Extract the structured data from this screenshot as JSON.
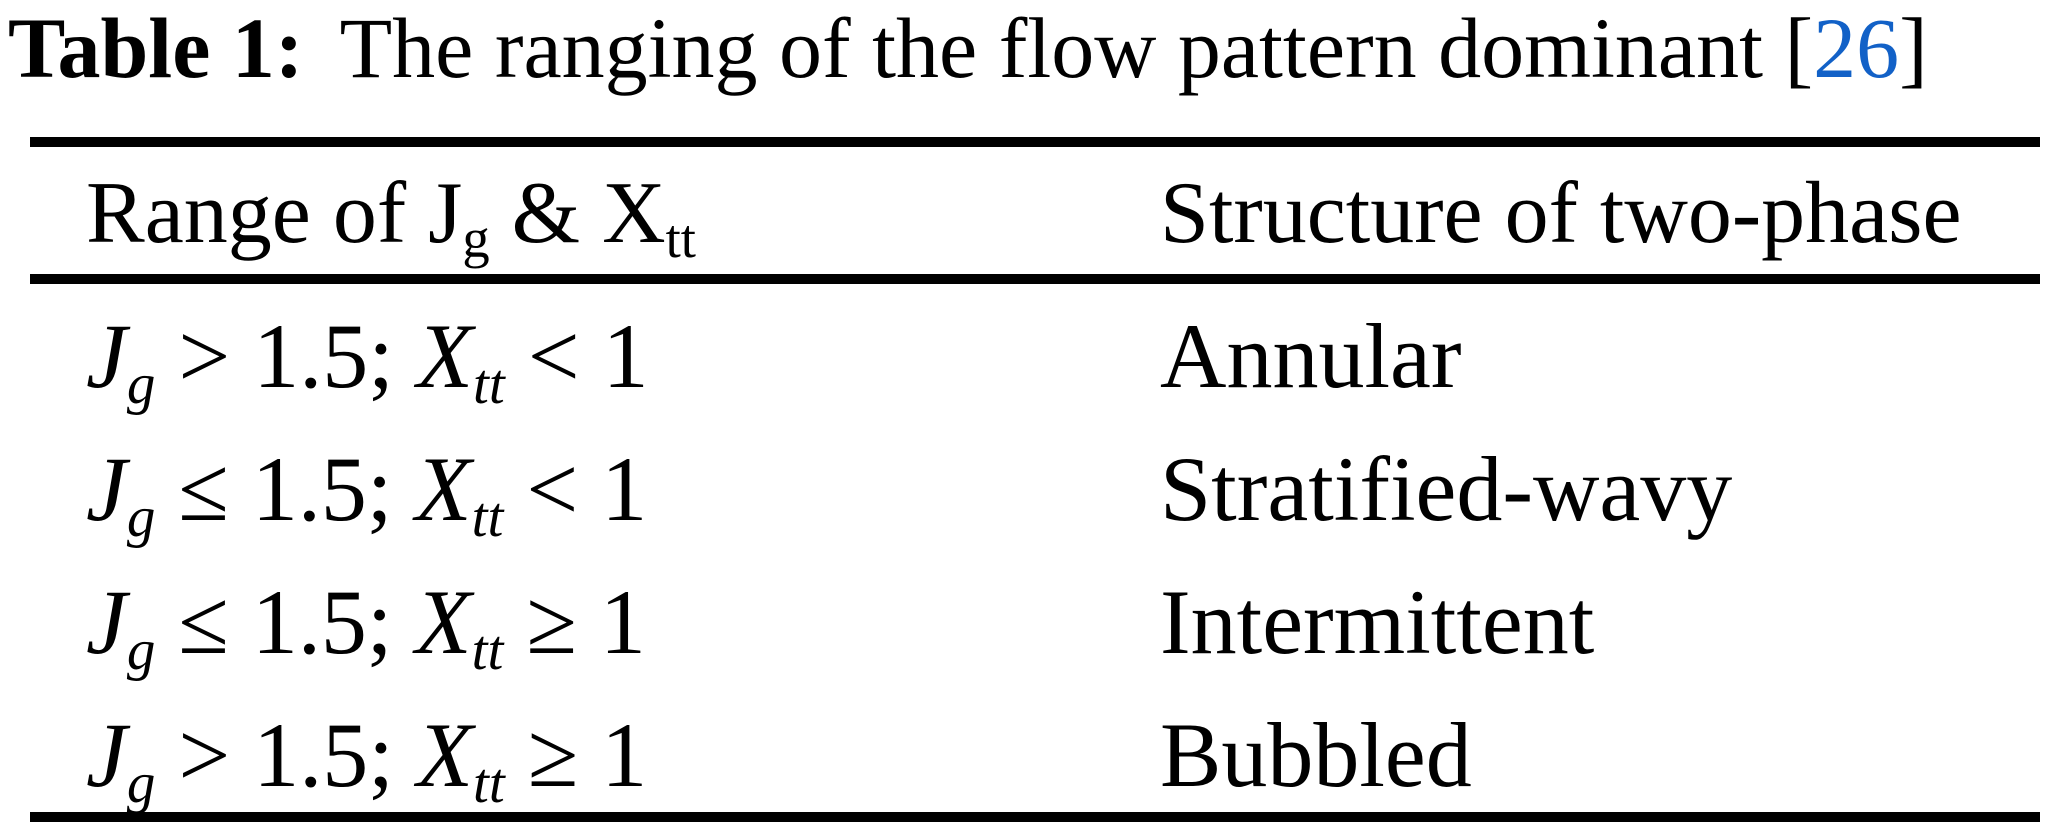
{
  "caption": {
    "label": "Table 1:",
    "text": "The ranging of the flow pattern dominant ",
    "cite_open": "[",
    "cite_number": "26",
    "cite_close": "]"
  },
  "colors": {
    "citation_blue": "#1261C7",
    "text": "#000000",
    "rule": "#000000",
    "background": "#FFFFFF"
  },
  "table": {
    "header": {
      "left_text": "Range of J",
      "left_sub1": "g",
      "left_mid": " & X",
      "left_sub2": "tt",
      "right": "Structure of two-phase"
    },
    "rows": [
      {
        "j_var": "J",
        "j_sub": "g",
        "j_op": " > ",
        "j_val": "1.5",
        "sep": "; ",
        "x_var": "X",
        "x_sub": "tt",
        "x_op": " < ",
        "x_val": "1",
        "structure": "Annular"
      },
      {
        "j_var": "J",
        "j_sub": "g",
        "j_op": " ≤ ",
        "j_val": "1.5",
        "sep": "; ",
        "x_var": "X",
        "x_sub": "tt",
        "x_op": " < ",
        "x_val": "1",
        "structure": "Stratified-wavy"
      },
      {
        "j_var": "J",
        "j_sub": "g",
        "j_op": " ≤ ",
        "j_val": "1.5",
        "sep": "; ",
        "x_var": "X",
        "x_sub": "tt",
        "x_op": " ≥ ",
        "x_val": "1",
        "structure": "Intermittent"
      },
      {
        "j_var": "J",
        "j_sub": "g",
        "j_op": " > ",
        "j_val": "1.5",
        "sep": "; ",
        "x_var": "X",
        "x_sub": "tt",
        "x_op": " ≥ ",
        "x_val": "1",
        "structure": "Bubbled"
      }
    ]
  }
}
